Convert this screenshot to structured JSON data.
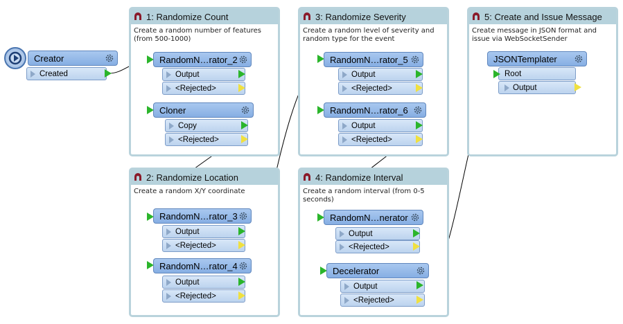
{
  "bookmarks": [
    {
      "title": "1: Randomize Count",
      "desc": "Create a random number of features (from 500-1000)"
    },
    {
      "title": "2: Randomize Location",
      "desc": "Create a random X/Y coordinate"
    },
    {
      "title": "3: Randomize Severity",
      "desc": "Create a random level of severity and random type for the event"
    },
    {
      "title": "4: Randomize Interval",
      "desc": "Create a random interval (from 0-5 seconds)"
    },
    {
      "title": "5: Create and Issue Message",
      "desc": "Create message in JSON format and issue via WebSocketSender"
    }
  ],
  "nodes": {
    "creator": {
      "name": "Creator",
      "port": "Created"
    },
    "rn2": {
      "name": "RandomN…rator_2"
    },
    "cloner": {
      "name": "Cloner"
    },
    "rn3": {
      "name": "RandomN…rator_3"
    },
    "rn4": {
      "name": "RandomN…rator_4"
    },
    "rn5": {
      "name": "RandomN…rator_5"
    },
    "rn6": {
      "name": "RandomN…rator_6"
    },
    "rng": {
      "name": "RandomN…nerator"
    },
    "decel": {
      "name": "Decelerator"
    },
    "json": {
      "name": "JSONTemplater",
      "input": "Root"
    }
  },
  "ports": {
    "output": "Output",
    "rejected": "<Rejected>",
    "copy": "Copy"
  },
  "colors": {
    "bookmark_border": "#b9d3dc",
    "bookmark_header": "#b6d2dc",
    "node": "#94b9e8",
    "port": "#cfe0f5",
    "output_port": "#2bb52b",
    "rejected_port": "#f0e040",
    "link": "#000000"
  },
  "icons": {
    "bookmark": "bookmark-icon",
    "settings": "gear-icon",
    "creator": "creator-arrow-icon"
  }
}
